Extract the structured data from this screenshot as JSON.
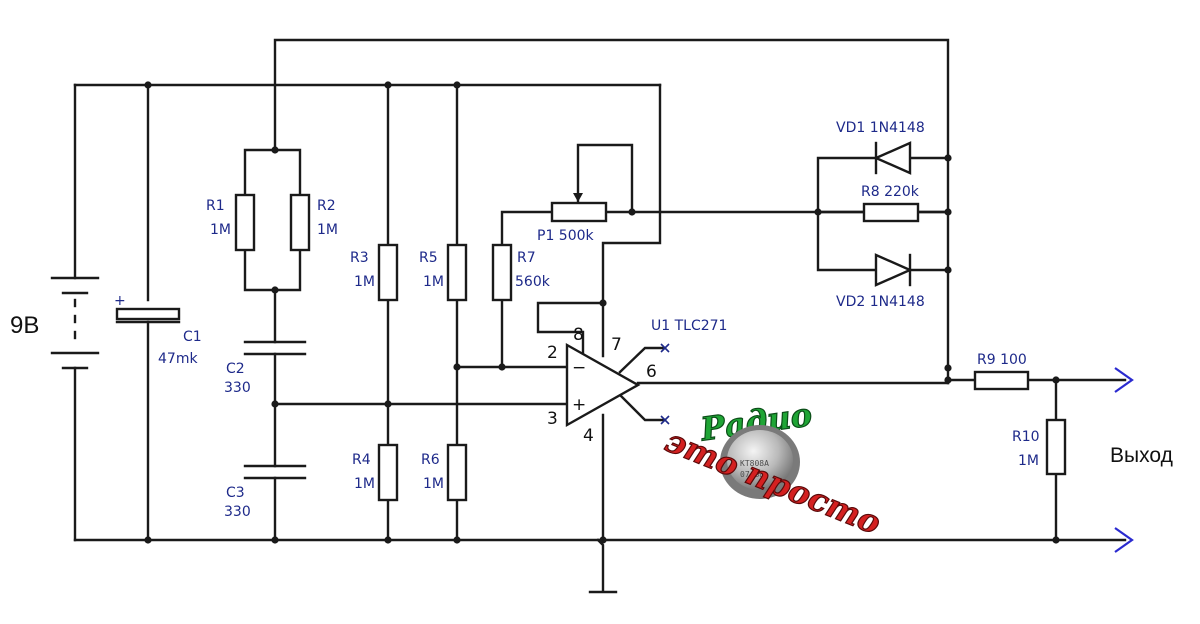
{
  "battery": {
    "label": "9B"
  },
  "C1": {
    "name": "C1",
    "value": "47mk",
    "polarity": "+"
  },
  "C2": {
    "name": "C2",
    "value": "330"
  },
  "C3": {
    "name": "C3",
    "value": "330"
  },
  "R1": {
    "name": "R1",
    "value": "1M"
  },
  "R2": {
    "name": "R2",
    "value": "1M"
  },
  "R3": {
    "name": "R3",
    "value": "1M"
  },
  "R4": {
    "name": "R4",
    "value": "1M"
  },
  "R5": {
    "name": "R5",
    "value": "1M"
  },
  "R6": {
    "name": "R6",
    "value": "1M"
  },
  "R7": {
    "name": "R7",
    "value": "560k"
  },
  "R8": {
    "label": "R8 220k"
  },
  "R9": {
    "label": "R9 100"
  },
  "R10": {
    "name": "R10",
    "value": "1M"
  },
  "P1": {
    "label": "P1 500k"
  },
  "VD1": {
    "label": "VD1 1N4148"
  },
  "VD2": {
    "label": "VD2 1N4148"
  },
  "U1": {
    "label": "U1 TLC271",
    "minus": "−",
    "plus": "+",
    "pins": {
      "p2": "2",
      "p3": "3",
      "p4": "4",
      "p6": "6",
      "p7": "7",
      "p8": "8"
    }
  },
  "output": {
    "label": "Выход"
  },
  "logo": {
    "line1": "Радио",
    "line2": "это просто",
    "transistor_marking": [
      "КТ808А",
      "07   88"
    ]
  },
  "colors": {
    "wire": "#1a1a1a",
    "label": "#1e2a8a",
    "arrow": "#2b2bd0",
    "logo_green": "#1fa535",
    "logo_red": "#d42020"
  }
}
